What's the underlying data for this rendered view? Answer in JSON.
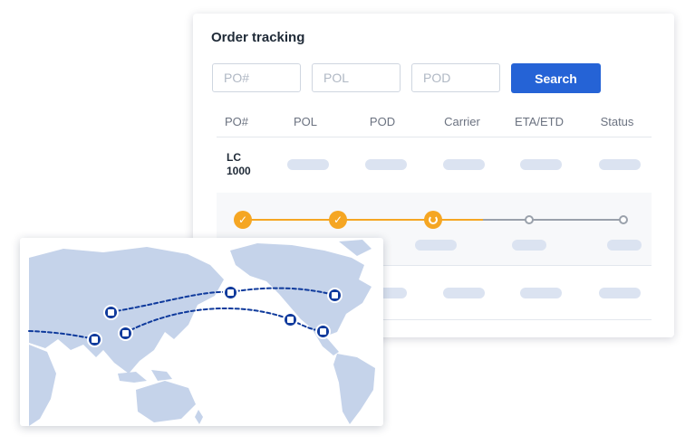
{
  "panel": {
    "title": "Order tracking",
    "search": {
      "po_placeholder": "PO#",
      "pol_placeholder": "POL",
      "pod_placeholder": "POD",
      "button_label": "Search"
    },
    "table": {
      "columns": [
        "PO#",
        "POL",
        "POD",
        "Carrier",
        "ETA/ETD",
        "Status"
      ],
      "rows": [
        {
          "po": "LC\n1000"
        }
      ]
    },
    "progress": {
      "steps": [
        "done",
        "done",
        "in-progress",
        "pending",
        "pending"
      ],
      "colors": {
        "done": "#f5a623",
        "pending": "#9aa1ab"
      }
    }
  },
  "map": {
    "land_color": "#c5d3ea",
    "route_color": "#0f3a9c",
    "markers": [
      {
        "icon": "truck-icon"
      },
      {
        "icon": "package-icon"
      },
      {
        "icon": "package-icon"
      },
      {
        "icon": "warehouse-icon"
      },
      {
        "icon": "warehouse-icon"
      },
      {
        "icon": "truck-icon"
      },
      {
        "icon": "warehouse-icon"
      }
    ]
  },
  "colors": {
    "accent": "#2563d6",
    "placeholder_pill": "#dbe3f1"
  }
}
